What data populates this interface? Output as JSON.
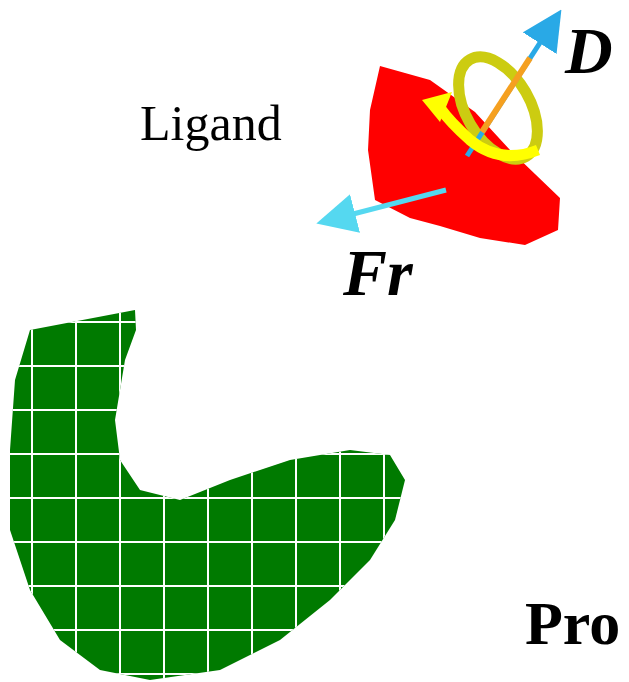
{
  "diagram": {
    "nodes": [
      {
        "text": [
          "Ligand"
        ]
      },
      {
        "text": [
          "Pro"
        ]
      }
    ],
    "labels": [
      "D",
      "Fr"
    ]
  }
}
